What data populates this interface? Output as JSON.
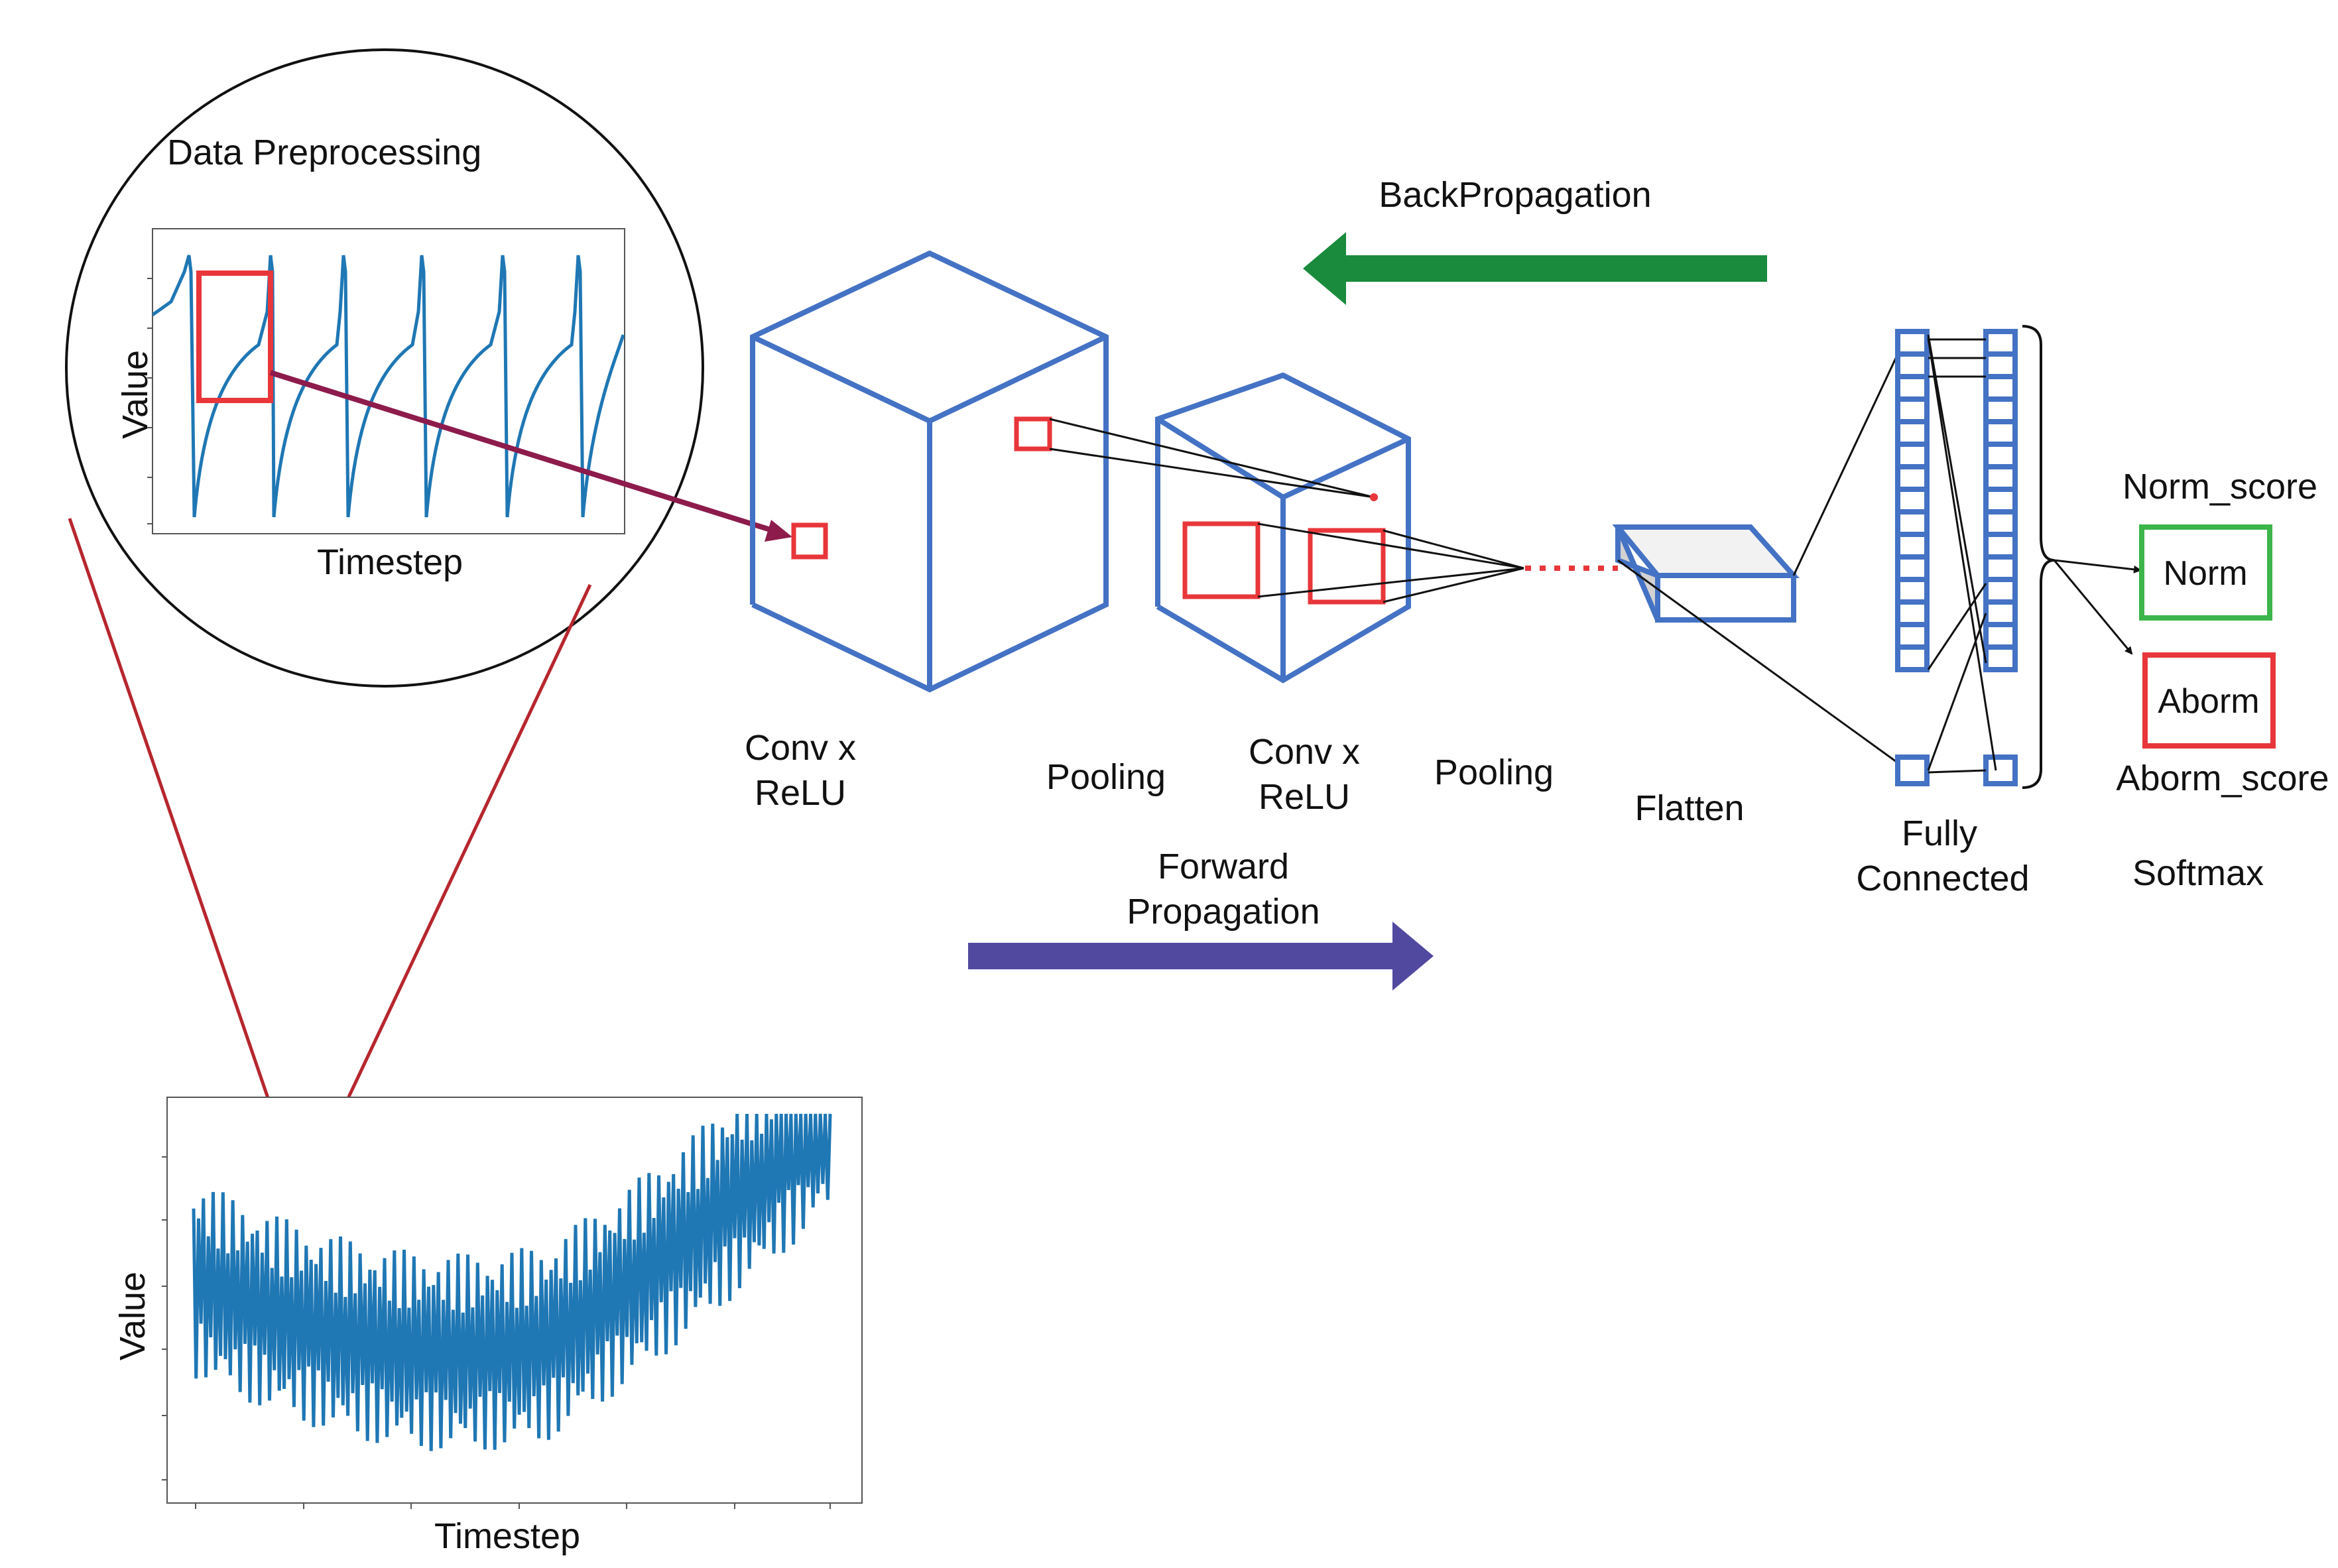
{
  "zoom_panel": {
    "title": "Data Preprocessing",
    "ylabel": "Value",
    "xlabel": "Timestep"
  },
  "bottom_plot": {
    "ylabel": "Value",
    "xlabel": "Timestep"
  },
  "labels": {
    "back_propagation": "BackPropagation",
    "conv1": [
      "Conv x",
      "ReLU"
    ],
    "pooling1": "Pooling",
    "conv2": [
      "Conv x",
      "ReLU"
    ],
    "pooling2": "Pooling",
    "flatten": "Flatten",
    "fully_connected": [
      "Fully",
      "Connected"
    ],
    "softmax": "Softmax",
    "forward_propagation": [
      "Forward",
      "Propagation"
    ],
    "norm_score": "Norm_score",
    "aborm_score": "Aborm_score",
    "norm_box": "Norm",
    "aborm_box": "Aborm"
  },
  "colors": {
    "network_blue": "#4472c4",
    "highlight_red": "#e8363a",
    "zoom_line_red": "#b7262e",
    "signal_blue": "#1f77b4",
    "backprop_green": "#1a8a3c",
    "forward_purple": "#5149a0",
    "maroon_arrow": "#8d1b4b",
    "norm_green": "#3cb54a"
  }
}
